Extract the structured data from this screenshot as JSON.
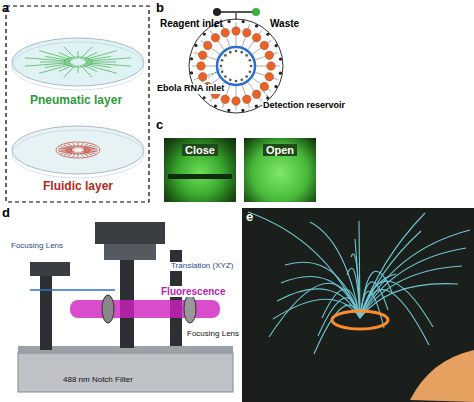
{
  "diagram": {
    "nodes": [
      {
        "text": [
          "Close"
        ]
      },
      {
        "text": [
          "Open"
        ]
      }
    ],
    "labels": [
      "a",
      "Pneumatic layer",
      "Fluidic layer",
      "b",
      "Reagent inlet",
      "Waste",
      "Ebola RNA inlet",
      "Detection reservoir",
      "c",
      "d",
      "Focusing Lens",
      "Translation (XYZ)",
      "Fluorescence",
      "488 nm Notch Filter",
      "Focusing Lens",
      "e"
    ]
  }
}
